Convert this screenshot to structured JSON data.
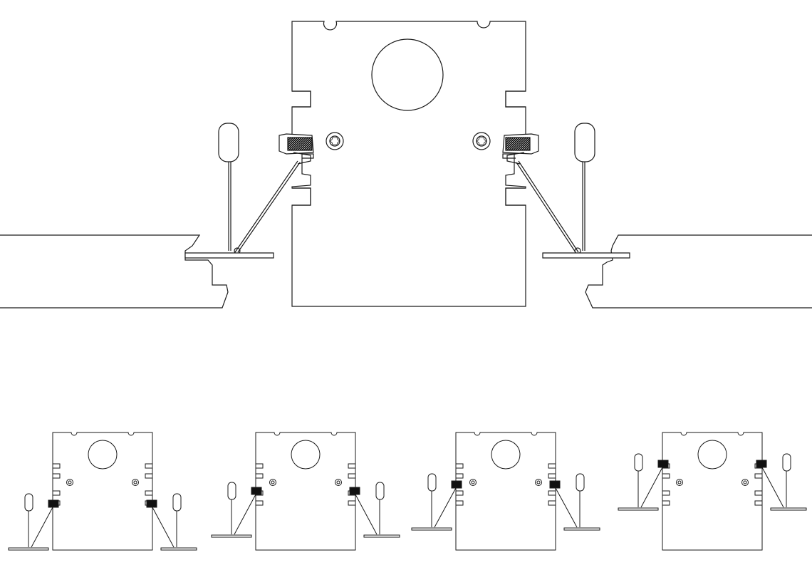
{
  "figure": {
    "main_view": {
      "description_label": "",
      "ceiling_sections": 2,
      "spring_clips": 2,
      "screws": 2
    },
    "variants": [
      {
        "index": 1,
        "clip_level": "low"
      },
      {
        "index": 2,
        "clip_level": "mid-low"
      },
      {
        "index": 3,
        "clip_level": "mid-high"
      },
      {
        "index": 4,
        "clip_level": "high"
      }
    ],
    "colors": {
      "stroke": "#1a1a1a",
      "fill": "#ffffff",
      "dark": "#111111"
    }
  }
}
